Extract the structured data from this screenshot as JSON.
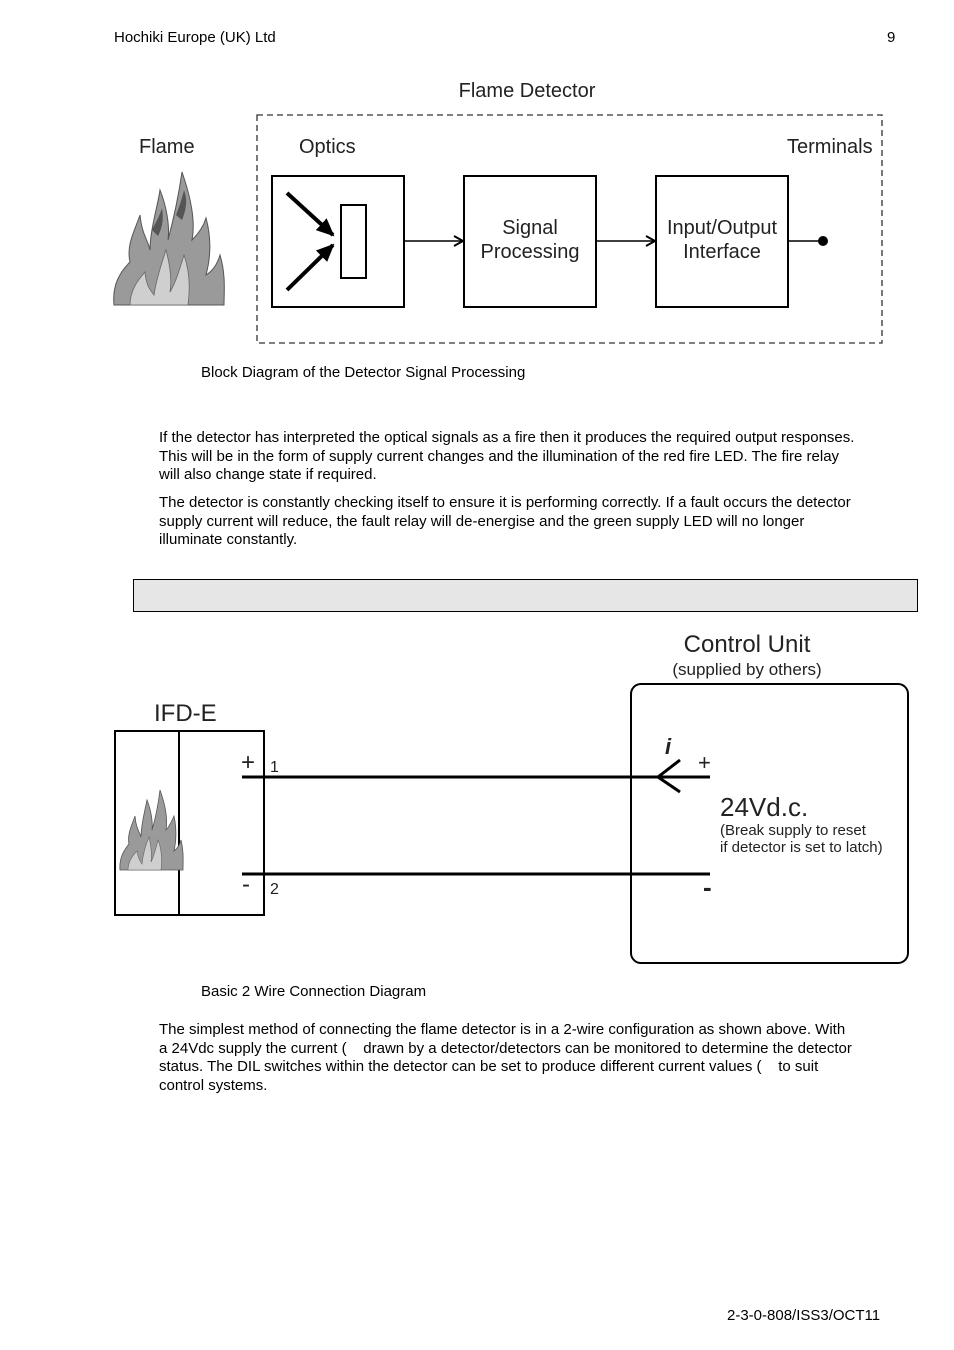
{
  "header": {
    "company": "Hochiki Europe (UK) Ltd",
    "page_number": "9"
  },
  "diagram1": {
    "title": "Flame Detector",
    "flame_label": "Flame",
    "optics_label": "Optics",
    "terminals_label": "Terminals",
    "signal_line1": "Signal",
    "signal_line2": "Processing",
    "io_line1": "Input/Output",
    "io_line2": "Interface",
    "caption": "Block Diagram of the Detector Signal Processing"
  },
  "paragraphs": {
    "p1_l1": "If the detector has interpreted the optical signals as a fire then it produces the required output responses.",
    "p1_l2": "This will be in the form of supply current changes and the illumination of the red fire LED.  The fire relay",
    "p1_l3": "will also change state if required.",
    "p2_l1": "The detector is constantly checking itself to ensure it is performing correctly.  If a fault occurs the detector",
    "p2_l2": "supply current will reduce, the fault relay will de-energise and the green supply LED will no longer",
    "p2_l3": "illuminate constantly.",
    "p3_l1": "The simplest method of connecting the flame detector is in a 2-wire configuration as shown above.  With",
    "p3_l2": "a 24Vdc supply the current (    drawn by a detector/detectors can be monitored to determine the detector",
    "p3_l3": "status. The DIL switches within the detector can be set to produce different current values (    to suit",
    "p3_l4": "control systems."
  },
  "diagram2": {
    "control_unit": "Control Unit",
    "supplied_by": "(supplied by others)",
    "device": "IFD-E",
    "plus": "+",
    "minus": "-",
    "terminal_1": "1",
    "terminal_2": "2",
    "current_symbol": "i",
    "cu_plus": "+",
    "cu_minus": "-",
    "voltage": "24Vd.c.",
    "note_line1": "(Break supply to reset",
    "note_line2": "if detector is set to latch)",
    "caption": "Basic 2 Wire Connection Diagram"
  },
  "footer": {
    "doc_ref": "2-3-0-808/ISS3/OCT11"
  }
}
